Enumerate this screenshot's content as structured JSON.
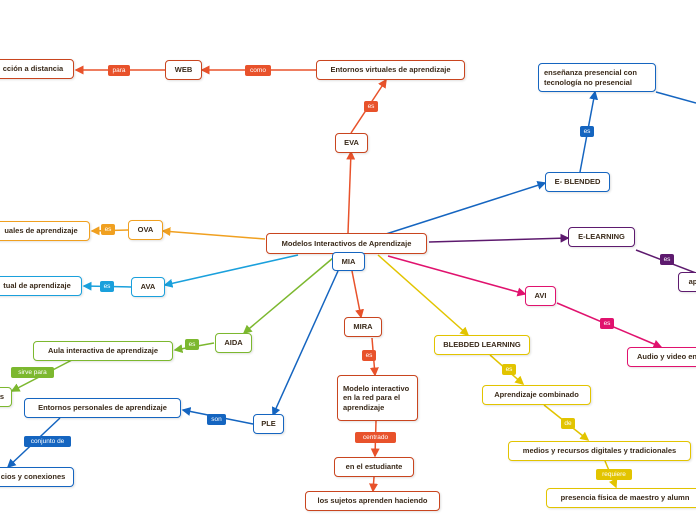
{
  "colors": {
    "red": "#e8522b",
    "blue": "#1565c0",
    "orange": "#f0a020",
    "cyan": "#1aa0dc",
    "green": "#7cb82f",
    "yellow": "#e2c400",
    "pink": "#e0126e",
    "purple": "#5d1a6e"
  },
  "central": "Modelos Interactivos de Aprendizaje",
  "mia": "MIA",
  "nodes": {
    "eva": "EVA",
    "eva_def": "Entornos virtuales de aprendizaje",
    "web": "WEB",
    "distancia": "cción a distancia",
    "blended": "E- BLENDED",
    "presencial": "enseñanza presencial con tecnología no presencial",
    "elearning": "E-LEARNING",
    "ap": "ap",
    "ova": "OVA",
    "ova_def": "uales de aprendizaje",
    "ava": "AVA",
    "ava_def": "tual de aprendizaje",
    "aida": "AIDA",
    "aida_def": "Aula interactiva de aprendizaje",
    "s_node": "s",
    "ple": "PLE",
    "ple_def": "Entornos personales de aprendizaje",
    "conexiones": "cios y conexiones",
    "mira": "MIRA",
    "mira_def": "Modelo interactivo en la red para el aprendizaje",
    "estudiante": "en el estudiante",
    "sujetos": "los sujetos aprenden haciendo",
    "bl": "BLEBDED LEARNING",
    "combinado": "Aprendizaje combinado",
    "medios": "medios y recursos digitales y tradicionales",
    "fisica": "presencia física de maestro y alumn",
    "avi": "AVI",
    "audio": "Audio y video en"
  },
  "labels": {
    "es": "es",
    "como": "como",
    "para": "para",
    "sirve_para": "sirve para",
    "conjunto_de": "conjunto de",
    "son": "son",
    "centrado": "centrado",
    "de": "de",
    "requiere": "requiere"
  }
}
